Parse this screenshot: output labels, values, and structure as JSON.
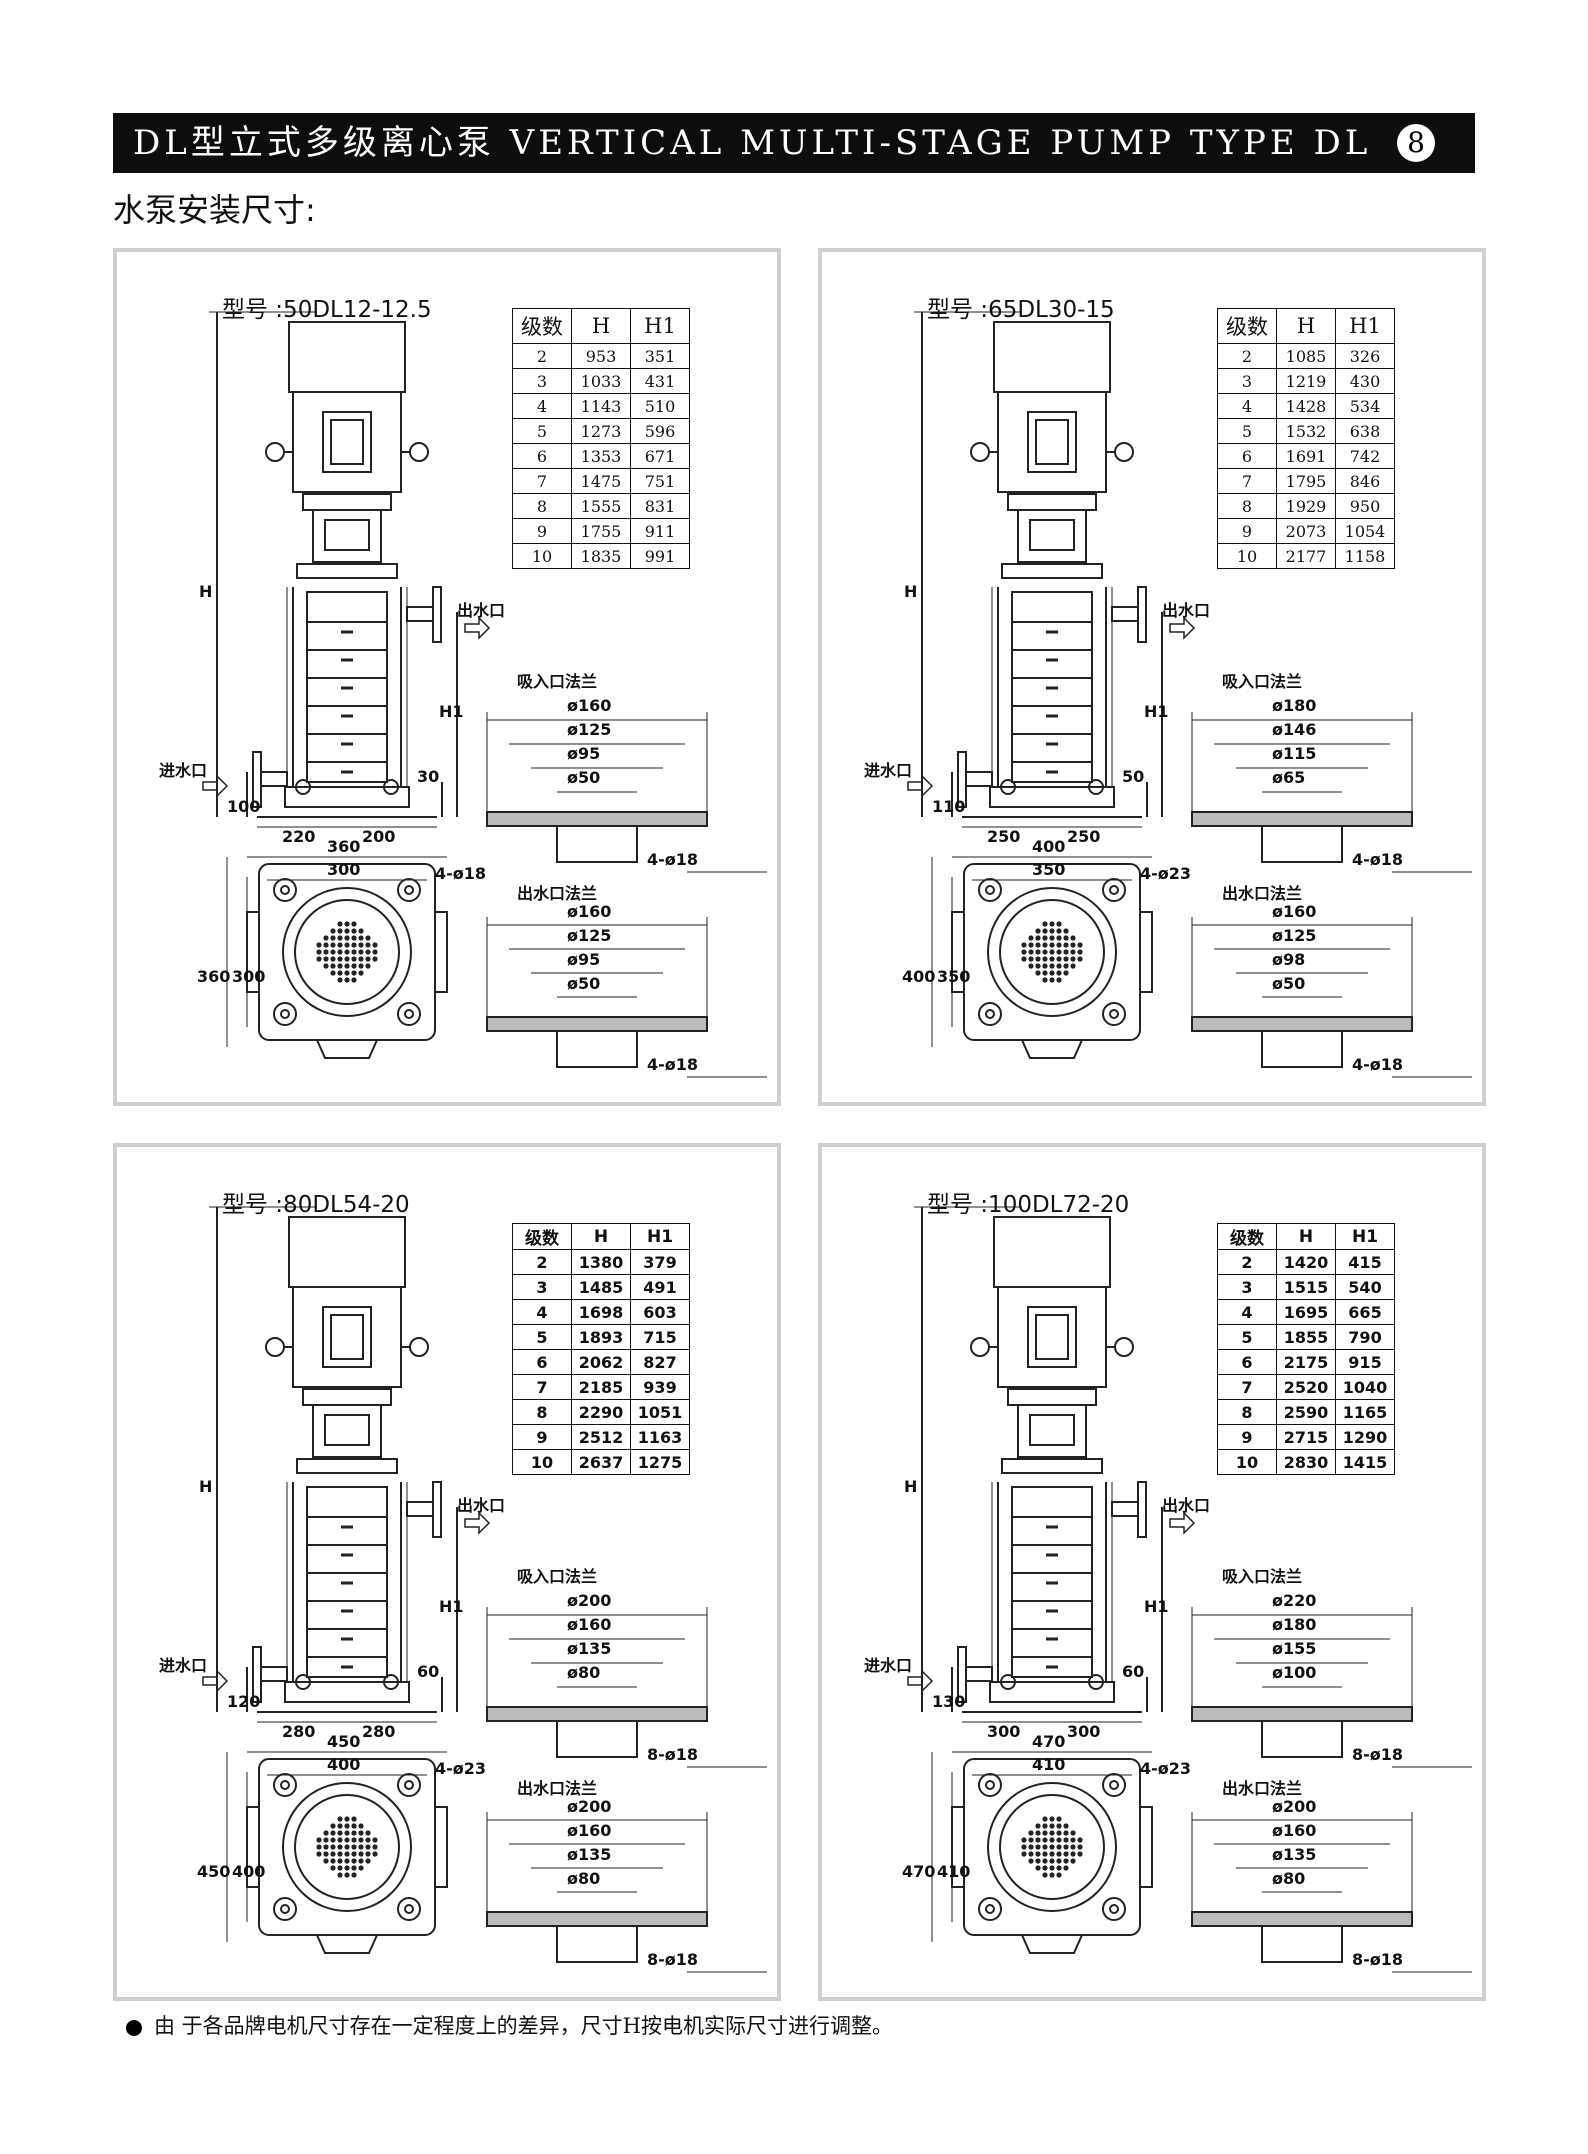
{
  "header": {
    "title": "DL型立式多级离心泵 VERTICAL MULTI-STAGE PUMP TYPE DL",
    "page_number": "8"
  },
  "subtitle": "水泵安装尺寸:",
  "note": "由 于各品牌电机尺寸存在一定程度上的差异，尺寸H按电机实际尺寸进行调整。",
  "table_headers": [
    "级数",
    "H",
    "H1"
  ],
  "panels": [
    {
      "model": "型号 :50DL12-12.5",
      "rows": [
        [
          "2",
          "953",
          "351"
        ],
        [
          "3",
          "1033",
          "431"
        ],
        [
          "4",
          "1143",
          "510"
        ],
        [
          "5",
          "1273",
          "596"
        ],
        [
          "6",
          "1353",
          "671"
        ],
        [
          "7",
          "1475",
          "751"
        ],
        [
          "8",
          "1555",
          "831"
        ],
        [
          "9",
          "1755",
          "911"
        ],
        [
          "10",
          "1835",
          "991"
        ]
      ],
      "outlet_label": "出水口",
      "inlet_label": "进水口",
      "dim_H": "H",
      "dim_H1": "H1",
      "dim_left_height": "100",
      "dim_right_height": "30",
      "base_left": "220",
      "base_right": "200",
      "plan_outer": "360",
      "plan_inner": "300",
      "plan_holes": "4-ø18",
      "suction_flange": {
        "title": "吸入口法兰",
        "d1": "ø160",
        "d2": "ø125",
        "d3": "ø95",
        "d4": "ø50",
        "holes": "4-ø18"
      },
      "outlet_flange": {
        "title": "出水口法兰",
        "d1": "ø160",
        "d2": "ø125",
        "d3": "ø95",
        "d4": "ø50",
        "holes": "4-ø18"
      }
    },
    {
      "model": "型号 :65DL30-15",
      "rows": [
        [
          "2",
          "1085",
          "326"
        ],
        [
          "3",
          "1219",
          "430"
        ],
        [
          "4",
          "1428",
          "534"
        ],
        [
          "5",
          "1532",
          "638"
        ],
        [
          "6",
          "1691",
          "742"
        ],
        [
          "7",
          "1795",
          "846"
        ],
        [
          "8",
          "1929",
          "950"
        ],
        [
          "9",
          "2073",
          "1054"
        ],
        [
          "10",
          "2177",
          "1158"
        ]
      ],
      "outlet_label": "出水口",
      "inlet_label": "进水口",
      "dim_H": "H",
      "dim_H1": "H1",
      "dim_left_height": "110",
      "dim_right_height": "50",
      "base_left": "250",
      "base_right": "250",
      "plan_outer": "400",
      "plan_inner": "350",
      "plan_holes": "4-ø23",
      "suction_flange": {
        "title": "吸入口法兰",
        "d1": "ø180",
        "d2": "ø146",
        "d3": "ø115",
        "d4": "ø65",
        "holes": "4-ø18"
      },
      "outlet_flange": {
        "title": "出水口法兰",
        "d1": "ø160",
        "d2": "ø125",
        "d3": "ø98",
        "d4": "ø50",
        "holes": "4-ø18"
      }
    },
    {
      "model": "型号 :80DL54-20",
      "rows": [
        [
          "2",
          "1380",
          "379"
        ],
        [
          "3",
          "1485",
          "491"
        ],
        [
          "4",
          "1698",
          "603"
        ],
        [
          "5",
          "1893",
          "715"
        ],
        [
          "6",
          "2062",
          "827"
        ],
        [
          "7",
          "2185",
          "939"
        ],
        [
          "8",
          "2290",
          "1051"
        ],
        [
          "9",
          "2512",
          "1163"
        ],
        [
          "10",
          "2637",
          "1275"
        ]
      ],
      "outlet_label": "出水口",
      "inlet_label": "进水口",
      "dim_H": "H",
      "dim_H1": "H1",
      "dim_left_height": "120",
      "dim_right_height": "60",
      "base_left": "280",
      "base_right": "280",
      "plan_outer": "450",
      "plan_inner": "400",
      "plan_holes": "4-ø23",
      "suction_flange": {
        "title": "吸入口法兰",
        "d1": "ø200",
        "d2": "ø160",
        "d3": "ø135",
        "d4": "ø80",
        "holes": "8-ø18"
      },
      "outlet_flange": {
        "title": "出水口法兰",
        "d1": "ø200",
        "d2": "ø160",
        "d3": "ø135",
        "d4": "ø80",
        "holes": "8-ø18"
      }
    },
    {
      "model": "型号 :100DL72-20",
      "rows": [
        [
          "2",
          "1420",
          "415"
        ],
        [
          "3",
          "1515",
          "540"
        ],
        [
          "4",
          "1695",
          "665"
        ],
        [
          "5",
          "1855",
          "790"
        ],
        [
          "6",
          "2175",
          "915"
        ],
        [
          "7",
          "2520",
          "1040"
        ],
        [
          "8",
          "2590",
          "1165"
        ],
        [
          "9",
          "2715",
          "1290"
        ],
        [
          "10",
          "2830",
          "1415"
        ]
      ],
      "outlet_label": "出水口",
      "inlet_label": "进水口",
      "dim_H": "H",
      "dim_H1": "H1",
      "dim_left_height": "130",
      "dim_right_height": "60",
      "base_left": "300",
      "base_right": "300",
      "plan_outer": "470",
      "plan_inner": "410",
      "plan_holes": "4-ø23",
      "suction_flange": {
        "title": "吸入口法兰",
        "d1": "ø220",
        "d2": "ø180",
        "d3": "ø155",
        "d4": "ø100",
        "holes": "8-ø18"
      },
      "outlet_flange": {
        "title": "出水口法兰",
        "d1": "ø200",
        "d2": "ø160",
        "d3": "ø135",
        "d4": "ø80",
        "holes": "8-ø18"
      }
    }
  ]
}
